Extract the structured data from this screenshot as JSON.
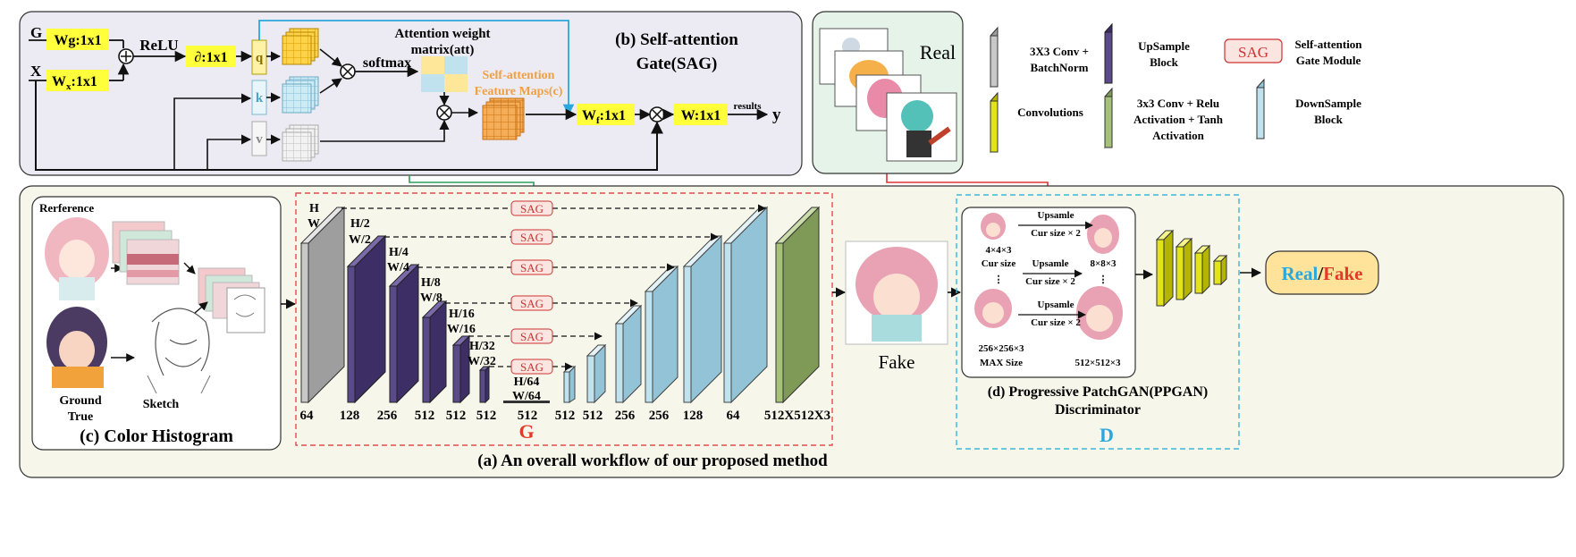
{
  "sag": {
    "title_line1": "(b) Self-attention",
    "title_line2": "Gate(SAG)",
    "in_g": "G",
    "in_x": "X",
    "wg": "Wg:1x1",
    "wx_main": "W",
    "wx_sub": "x",
    "wx_rest": ":1x1",
    "relu": "ReLU",
    "partial": "∂:1x1",
    "q": "q",
    "k": "k",
    "v": "v",
    "softmax": "softmax",
    "att_line1": "Attention weight",
    "att_line2": "matrix(att)",
    "fm_line1": "Self-attention",
    "fm_line2": "Feature Maps(c)",
    "wf_main": "W",
    "wf_sub": "f",
    "wf_rest": ":1x1",
    "w": "W:1x1",
    "results": "results",
    "y": "y"
  },
  "real_panel": {
    "label": "Real"
  },
  "legend": {
    "items": [
      {
        "label_line1": "3X3 Conv +",
        "label_line2": "BatchNorm",
        "color": "#c8c8c8"
      },
      {
        "label_line1": "UpSample",
        "label_line2": "Block",
        "color": "#5b4a8a"
      },
      {
        "label_line1": "Self-attention",
        "label_line2": "Gate Module",
        "color": "#fbe5e0",
        "badge": "SAG"
      },
      {
        "label_line1": "Convolutions",
        "label_line2": "",
        "color": "#e3e31a"
      },
      {
        "label_line1": "3x3 Conv + Relu",
        "label_line2": "Activation + Tanh",
        "label_line3": "Activation",
        "color": "#a6c27a"
      },
      {
        "label_line1": "DownSample",
        "label_line2": "Block",
        "color": "#bfe2ee"
      }
    ]
  },
  "histogram": {
    "title": "(c) Color Histogram",
    "reference": "Rerference",
    "ground_line1": "Ground",
    "ground_line2": "True",
    "sketch": "Sketch"
  },
  "generator": {
    "label": "G",
    "sag_badge": "SAG",
    "dims": [
      {
        "a": "H",
        "b": "W"
      },
      {
        "a": "H/2",
        "b": "W/2"
      },
      {
        "a": "H/4",
        "b": "W/4"
      },
      {
        "a": "H/8",
        "b": "W/8"
      },
      {
        "a": "H/16",
        "b": "W/16"
      },
      {
        "a": "H/32",
        "b": "W/32"
      },
      {
        "a": "H/64",
        "b": "W/64"
      }
    ],
    "channels": [
      "64",
      "128",
      "256",
      "512",
      "512",
      "512",
      "512",
      "512",
      "512",
      "256",
      "256",
      "128",
      "64",
      "512X512X3"
    ]
  },
  "fake": {
    "label": "Fake"
  },
  "discriminator": {
    "title_line1": "(d) Progressive PatchGAN(PPGAN)",
    "title_line2": "Discriminator",
    "label": "D",
    "upsample": "Upsamle",
    "cursize": "Cur size × 2",
    "s_443": "4×4×3",
    "cur_size": "Cur size",
    "s_883": "8×8×3",
    "dots": "⋮",
    "s_256": "256×256×3",
    "max_size": "MAX Size",
    "s_512": "512×512×3"
  },
  "output": {
    "real": "Real",
    "slash": "/",
    "fake": "Fake"
  },
  "caption": "(a) An overall workflow of our proposed method",
  "colors": {
    "sag_bg": "#ecebf4",
    "main_bg": "#f6f7ea",
    "real_bg": "#e6f3e9",
    "gray": "#c8c8c8",
    "purple": "#5b4a8a",
    "lightblue": "#bfe2ee",
    "green": "#a6c27a",
    "yellow": "#e3e31a",
    "highlight": "#ffff3c",
    "red_dash": "#e34b4b",
    "cyan_dash": "#3bb7d9",
    "real_text": "#2aa7dc",
    "fake_text": "#e23a2a",
    "att_orange": "#f0a040"
  }
}
